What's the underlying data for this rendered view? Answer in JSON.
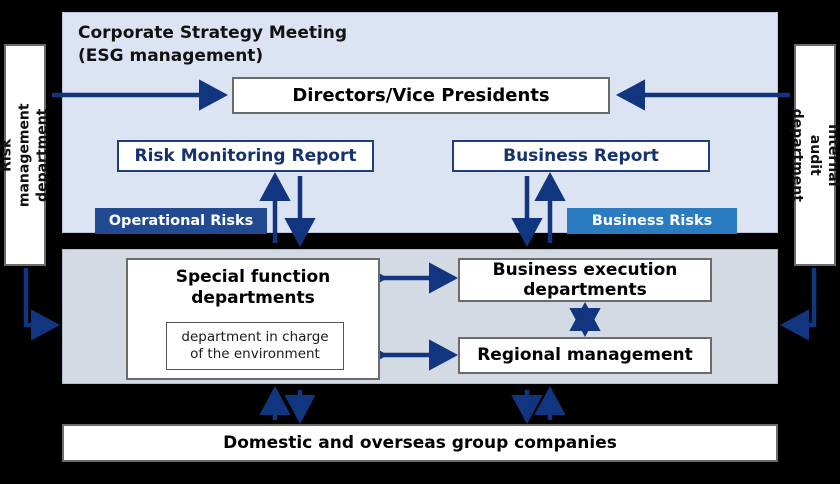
{
  "diagram": {
    "title": "Corporate Strategy Meeting\n(ESG management)",
    "boxes": {
      "directors": "Directors/Vice Presidents",
      "risk_monitoring_report": "Risk Monitoring Report",
      "business_report": "Business Report",
      "special_function_departments": "Special function\ndepartments",
      "environment_department": "department in charge\nof the environment",
      "business_execution_departments": "Business execution\ndepartments",
      "regional_management": "Regional management",
      "group_companies": "Domestic and overseas group companies"
    },
    "badges": {
      "operational_risks": "Operational Risks",
      "business_risks": "Business Risks"
    },
    "side_labels": {
      "risk_management": "Risk management\ndepartment",
      "internal_audit": "Internal audit\ndepartment"
    },
    "colors": {
      "arrow": "#12357f",
      "panel_top": "#dce3f2",
      "panel_bottom": "#d4dae4",
      "badge_operational": "#214a91",
      "badge_business": "#2b7bc0",
      "navy_text": "#14336e",
      "background": "#000000"
    }
  }
}
